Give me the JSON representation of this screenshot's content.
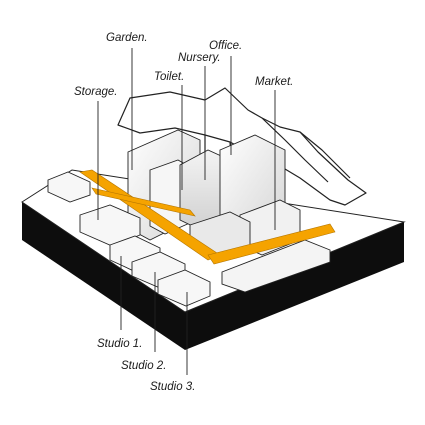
{
  "labels": {
    "garden": "Garden.",
    "office": "Office.",
    "nursery": "Nursery.",
    "toilet": "Toilet.",
    "market": "Market.",
    "storage": "Storage.",
    "studio1": "Studio 1.",
    "studio2": "Studio 2.",
    "studio3": "Studio 3."
  },
  "colors": {
    "path": "#f5a300",
    "base_side": "#0d0d0d",
    "line": "#222222",
    "volume": "#f2f2f2",
    "volume_shade": "#d9d9d9"
  }
}
